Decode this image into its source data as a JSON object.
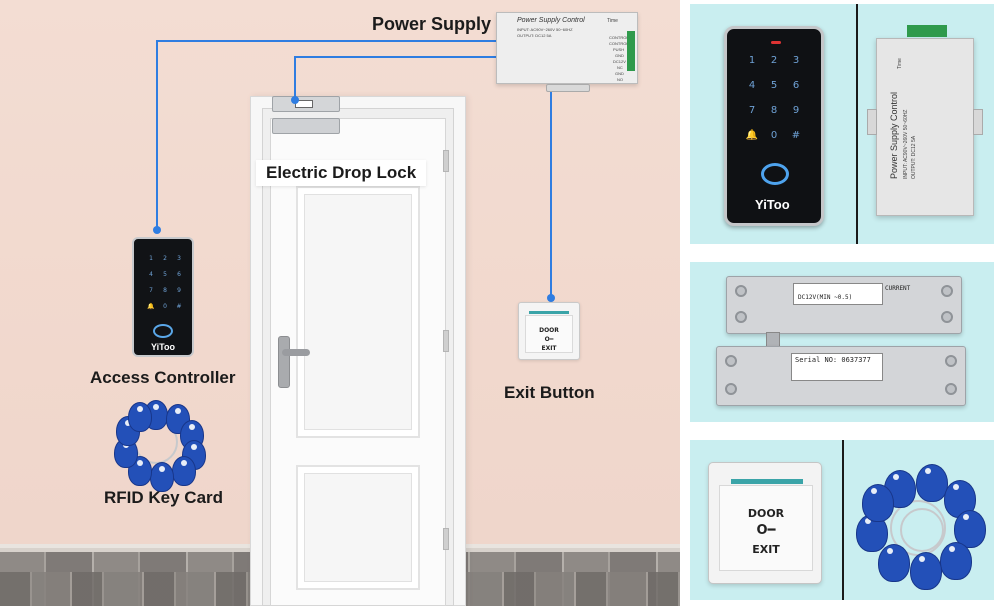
{
  "labels": {
    "power_supply": "Power Supply",
    "electric_drop_lock": "Electric Drop Lock",
    "access_controller": "Access Controller",
    "exit_button": "Exit Button",
    "rfid_key_card": "RFID Key Card"
  },
  "power_supply_unit": {
    "title": "Power Supply Control",
    "input": "INPUT: AC90V~260V 50~60HZ",
    "output": "OUTPUT: DC12 5A",
    "time": "Time",
    "terminals": [
      "CONTROL",
      "CONTROL",
      "PUSH",
      "GND",
      "DC12V",
      "NC",
      "GND",
      "NO"
    ]
  },
  "keypad": {
    "keys": [
      "1",
      "2",
      "3",
      "4",
      "5",
      "6",
      "7",
      "8",
      "9",
      "🔔",
      "0",
      "#"
    ],
    "brand": "YiToo"
  },
  "exit_plate": {
    "line1": "DOOR",
    "icon": "key-icon",
    "key_glyph": "O━",
    "line2": "EXIT"
  },
  "lock_plates": {
    "serial": "Serial NO: 0637377",
    "voltage": "DC12V(MIN ~0.5)",
    "current": "CURRENT"
  },
  "colors": {
    "wire": "#2f7de1",
    "panel_bg": "#c9eef0",
    "tag": "#2350b8"
  }
}
